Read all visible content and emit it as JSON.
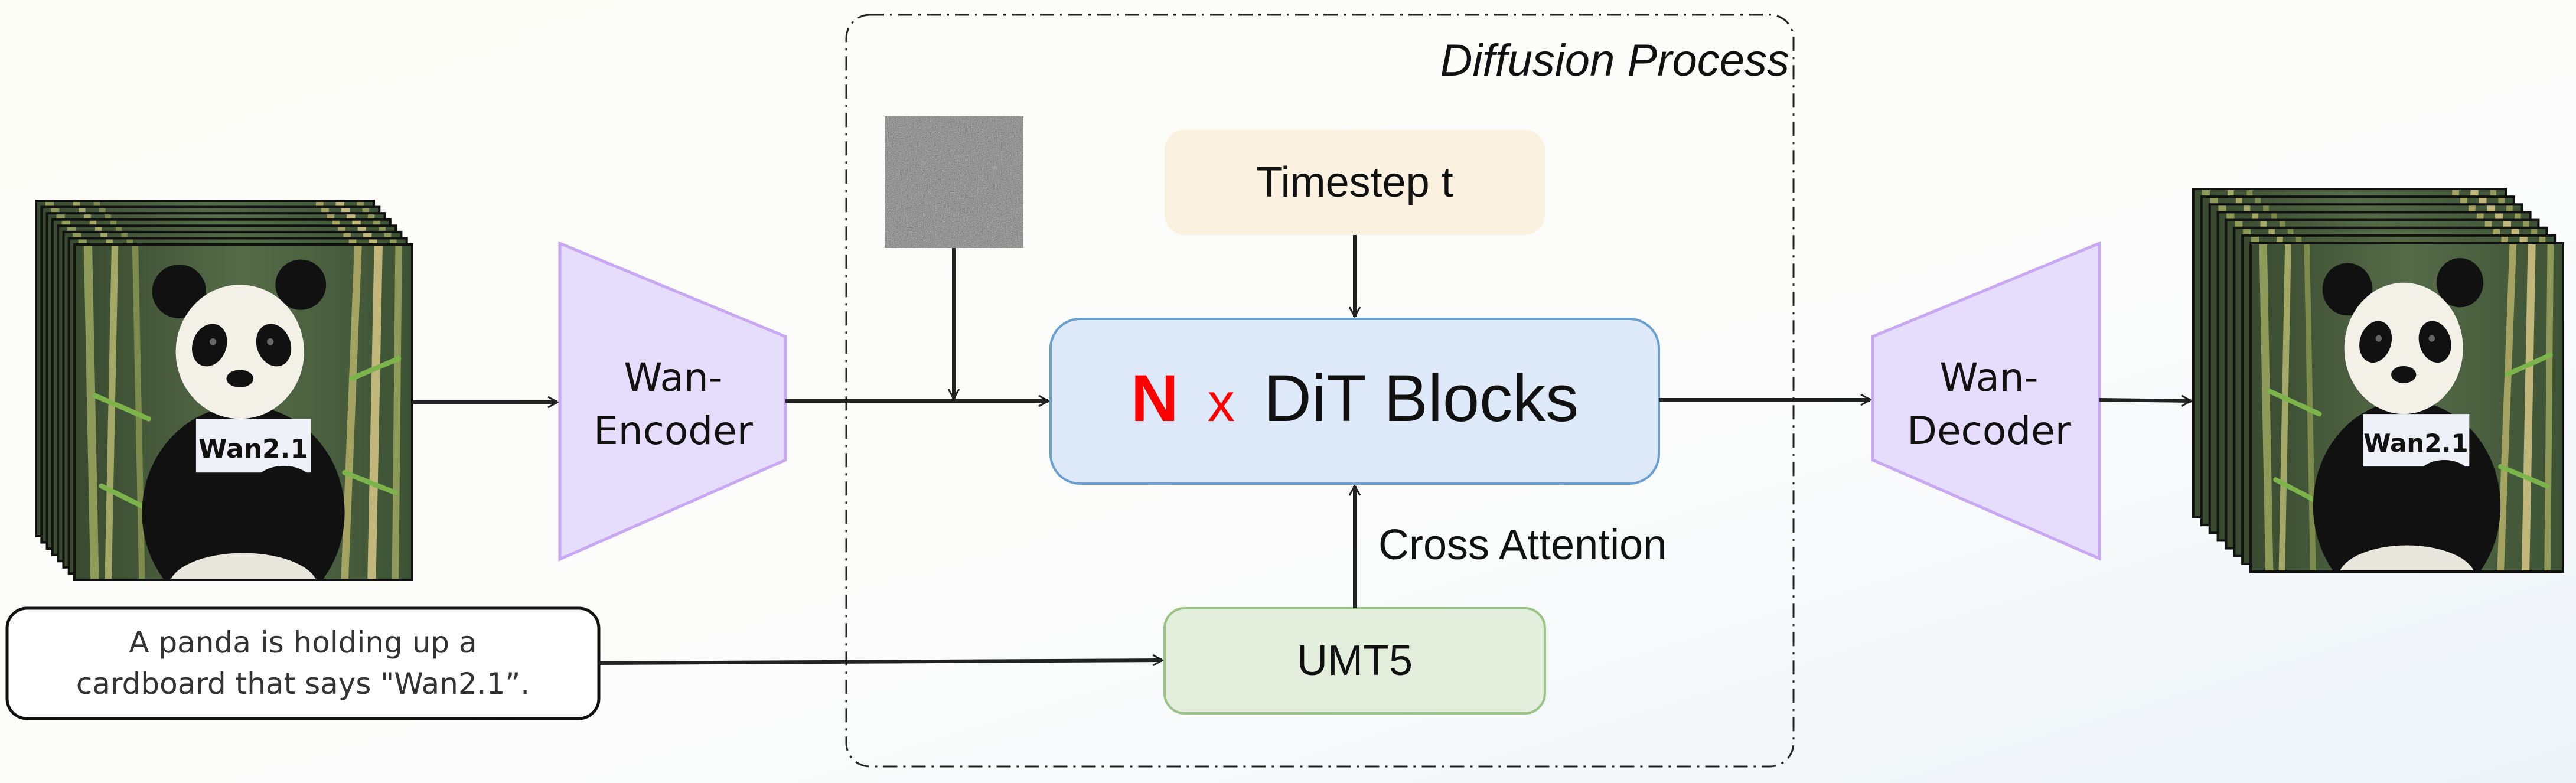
{
  "diagram": {
    "container_label": "Diffusion Process",
    "encoder": {
      "line1": "Wan-",
      "line2": "Encoder"
    },
    "decoder": {
      "line1": "Wan-",
      "line2": "Decoder"
    },
    "timestep_label": "Timestep t",
    "dit": {
      "count": "N",
      "times": "x",
      "label": "DiT Blocks"
    },
    "cross_attention_label": "Cross Attention",
    "text_encoder_label": "UMT5",
    "prompt": {
      "line1": "A panda is holding up a",
      "line2": "cardboard that says \"Wan2.1”."
    },
    "video_sign_text": "Wan2.1",
    "colors": {
      "encoder_fill": "#e6dcfb",
      "encoder_stroke": "#c9a8f3",
      "timestep_fill": "#fbf1e0",
      "dit_fill": "#deeafa",
      "dit_stroke": "#6a9fd4",
      "umt5_fill": "#e3efdc",
      "umt5_stroke": "#9bc287",
      "accent_red": "#ff0000"
    }
  }
}
